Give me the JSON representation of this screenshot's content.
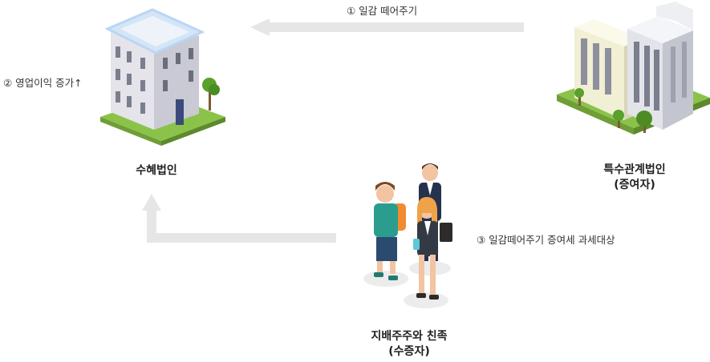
{
  "flow": {
    "step1": "① 일감 떼어주기",
    "step2": "② 영업이익 증가↑",
    "step3": "③ 일감떼어주기 증여세 과세대상"
  },
  "nodes": {
    "beneficiary": {
      "name": "수혜법인"
    },
    "related_corp": {
      "name": "특수관계법인",
      "role": "(증여자)"
    },
    "shareholders": {
      "name": "지배주주와 친족",
      "role": "(수증자)"
    }
  },
  "colors": {
    "arrow": "#e6e6e6",
    "grass": "#8bc34a",
    "building_face": "#e9e9ee",
    "roof_glow": "#b9d6f5"
  }
}
